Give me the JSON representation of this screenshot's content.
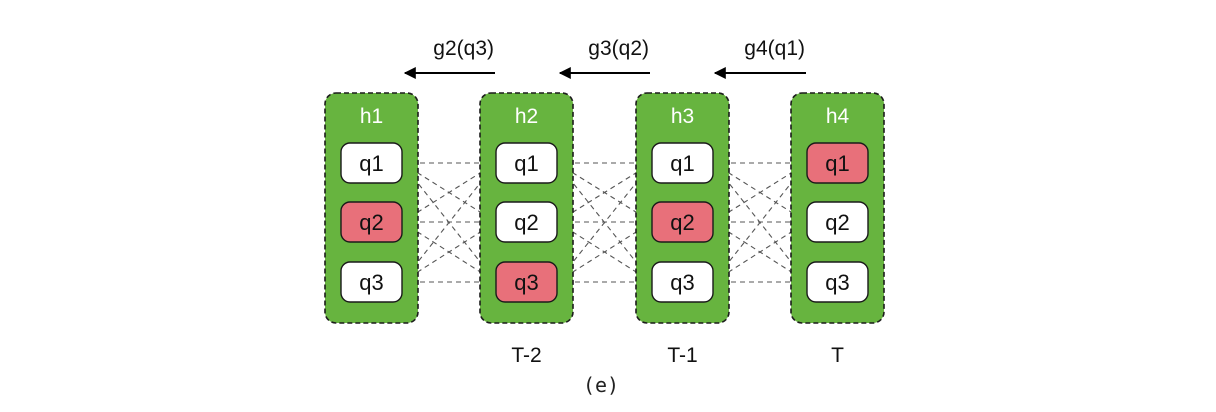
{
  "colors": {
    "column_fill": "#67b43f",
    "column_border": "#1c1c1c",
    "state_fill": "#ffffff",
    "state_selected_fill": "#e8707a",
    "edge": "#555555",
    "arrow": "#000000"
  },
  "columns": [
    {
      "title": "h1",
      "time_label": "",
      "selected": "q2",
      "states": [
        "q1",
        "q2",
        "q3"
      ]
    },
    {
      "title": "h2",
      "time_label": "T-2",
      "selected": "q3",
      "states": [
        "q1",
        "q2",
        "q3"
      ]
    },
    {
      "title": "h3",
      "time_label": "T-1",
      "selected": "q2",
      "states": [
        "q1",
        "q2",
        "q3"
      ]
    },
    {
      "title": "h4",
      "time_label": "T",
      "selected": "q1",
      "states": [
        "q1",
        "q2",
        "q3"
      ]
    }
  ],
  "backtrack_arrows": [
    {
      "label": "g2(q3)",
      "from_column": 1,
      "to_column": 0
    },
    {
      "label": "g3(q2)",
      "from_column": 2,
      "to_column": 1
    },
    {
      "label": "g4(q1)",
      "from_column": 3,
      "to_column": 2
    }
  ],
  "caption": "(e)"
}
